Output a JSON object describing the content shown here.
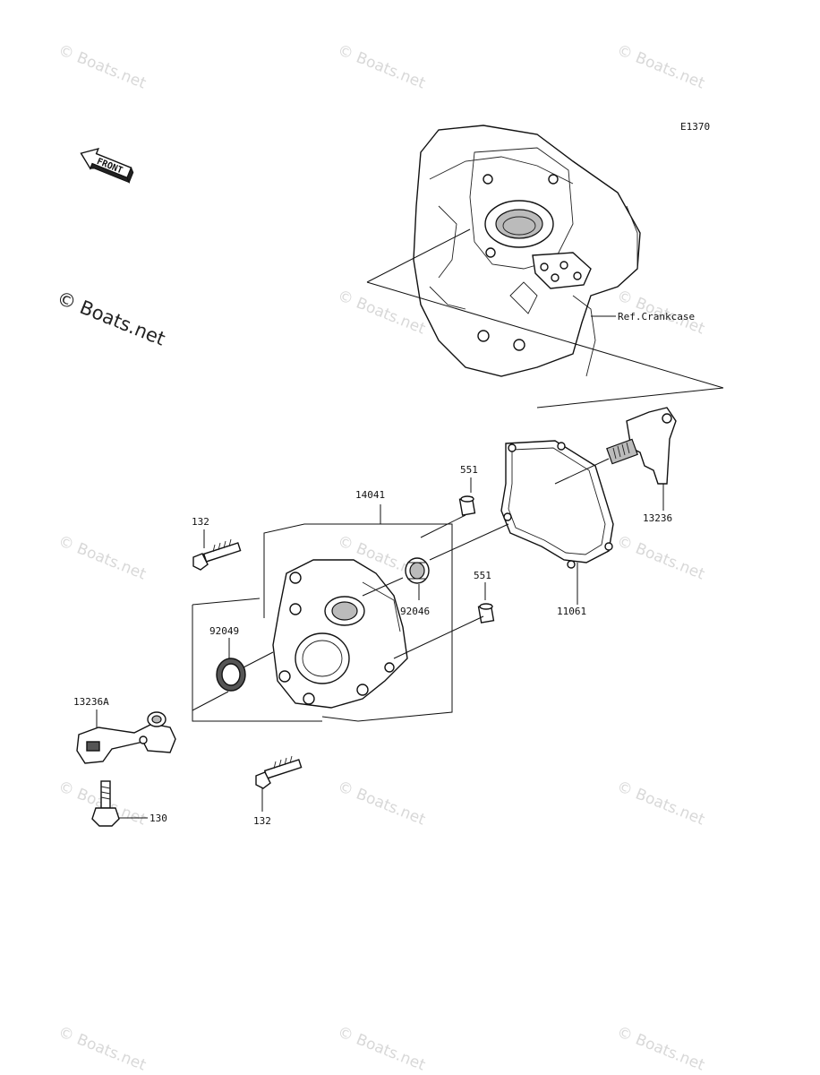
{
  "diagram_code": "E1370",
  "front_arrow_text": "FRONT",
  "watermark_main": "© Boats.net",
  "watermark_tile": "© Boats.net",
  "reference_label": "Ref.Crankcase",
  "labels": {
    "p14041": "14041",
    "p551_top": "551",
    "p551_bottom": "551",
    "p132_top": "132",
    "p132_bottom": "132",
    "p92049": "92049",
    "p92046": "92046",
    "p11061": "11061",
    "p13236": "13236",
    "p13236A": "13236A",
    "p130": "130"
  }
}
